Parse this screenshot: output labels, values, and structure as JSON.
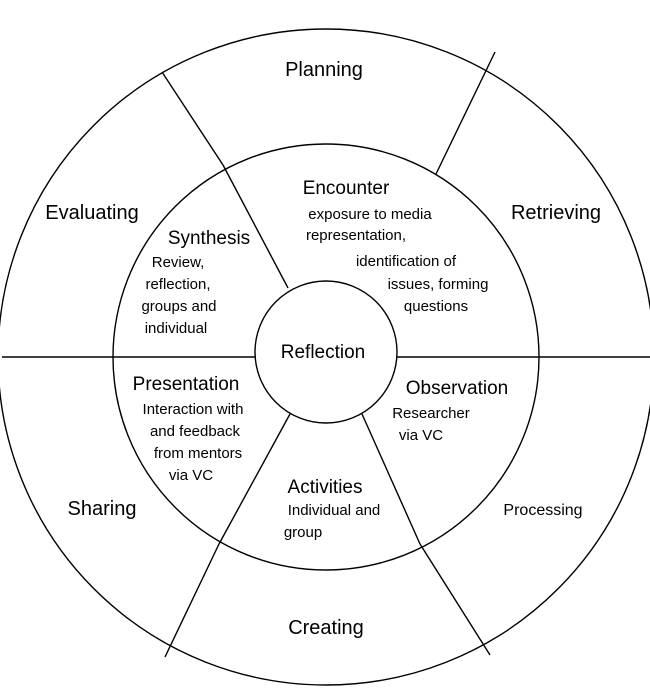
{
  "center": {
    "label": "Reflection"
  },
  "outer_ring": {
    "planning": "Planning",
    "retrieving": "Retrieving",
    "processing": "Processing",
    "creating": "Creating",
    "sharing": "Sharing",
    "evaluating": "Evaluating"
  },
  "inner_ring": {
    "encounter": {
      "title": "Encounter",
      "lines": [
        "exposure to media",
        "representation,",
        "identification of",
        "issues, forming",
        "questions"
      ]
    },
    "observation": {
      "title": "Observation",
      "lines": [
        "Researcher",
        "via VC"
      ]
    },
    "activities": {
      "title": "Activities",
      "lines": [
        "Individual and",
        "group"
      ]
    },
    "presentation": {
      "title": "Presentation",
      "lines": [
        "Interaction with",
        "and feedback",
        "from mentors",
        "via VC"
      ]
    },
    "synthesis": {
      "title": "Synthesis",
      "lines": [
        "Review,",
        "reflection,",
        "groups and",
        "individual"
      ]
    }
  }
}
